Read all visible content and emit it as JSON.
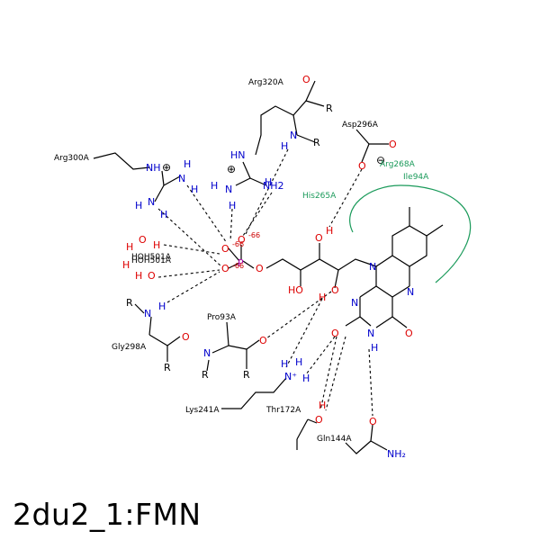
{
  "caption": "2du2_1:FMN",
  "residues": {
    "arg320": "Arg320A",
    "asp296": "Asp296A",
    "arg268": "Arg268A",
    "ile94": "Ile94A",
    "his265": "His265A",
    "arg300": "Arg300A",
    "hoh": "HOH501A",
    "hoh2": "HOH501A",
    "pro93": "Pro93A",
    "gly298": "Gly298A",
    "lys241": "Lys241A",
    "thr172": "Thr172A",
    "gln144": "Gln144A"
  },
  "atoms": {
    "O": "O",
    "N": "N",
    "H": "H",
    "P": "P",
    "R": "R",
    "NH": "NH",
    "NH2": "NH2",
    "NH2b": "NH₂",
    "Nplus": "N⁺",
    "HN": "HN",
    "HO": "HO"
  },
  "charges": {
    "o66": "-66",
    "o66b": "-66",
    "o66c": "-66"
  },
  "symbols": {
    "plus": "⊕",
    "minus": "⊖"
  },
  "colors": {
    "oxygen": "#dd0000",
    "nitrogen": "#0000cc",
    "phosphorus": "#aa00aa",
    "hydrophobic": "#1a9a5a",
    "bond": "#000000"
  }
}
